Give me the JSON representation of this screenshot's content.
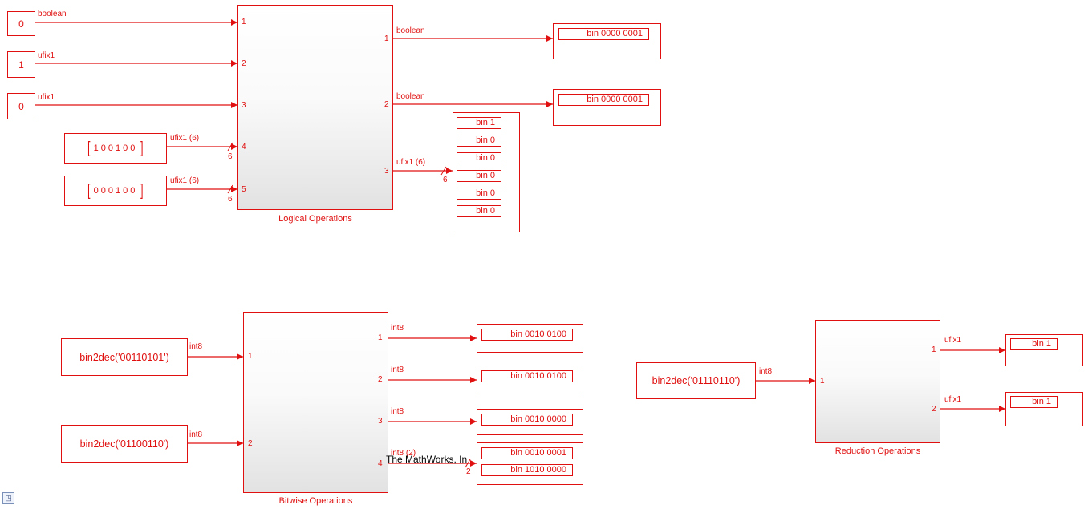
{
  "colors": {
    "line": "#e01010",
    "background": "#ffffff"
  },
  "top": {
    "constants": [
      "0",
      "1",
      "0"
    ],
    "const_signals": [
      "boolean",
      "ufix1",
      "ufix1"
    ],
    "vector1": [
      "1",
      "0",
      "0",
      "1",
      "0",
      "0"
    ],
    "vector2": [
      "0",
      "0",
      "0",
      "1",
      "0",
      "0"
    ],
    "vector_signals": [
      "ufix1 (6)",
      "ufix1 (6)"
    ],
    "vector_width": "6",
    "subsystem": {
      "caption": "Logical Operations",
      "in_ports": [
        "1",
        "2",
        "3",
        "4",
        "5"
      ],
      "out_ports": [
        "1",
        "2",
        "3"
      ]
    },
    "out_signals": [
      "boolean",
      "boolean",
      "ufix1 (6)"
    ],
    "out_width": "6",
    "display1": "bin 0000 0001",
    "display2": "bin 0000 0001",
    "display3": [
      "bin 1",
      "bin 0",
      "bin 0",
      "bin 0",
      "bin 0",
      "bin 0"
    ]
  },
  "bitwise": {
    "inputs": [
      "bin2dec('00110101')",
      "bin2dec('01100110')"
    ],
    "in_signals": [
      "int8",
      "int8"
    ],
    "subsystem": {
      "caption": "Bitwise Operations",
      "in_ports": [
        "1",
        "2"
      ],
      "out_ports": [
        "1",
        "2",
        "3",
        "4"
      ]
    },
    "out_signals": [
      "int8",
      "int8",
      "int8",
      "int8 (2)"
    ],
    "out_width": "2",
    "displays": [
      "bin 0010 0100",
      "bin 0010 0100",
      "bin 0010 0000"
    ],
    "display4": [
      "bin 0010 0001",
      "bin 1010 0000"
    ]
  },
  "reduction": {
    "input": "bin2dec('01110110')",
    "in_signal": "int8",
    "subsystem": {
      "caption": "Reduction Operations",
      "in_ports": [
        "1"
      ],
      "out_ports": [
        "1",
        "2"
      ]
    },
    "out_signals": [
      "ufix1",
      "ufix1"
    ],
    "displays": [
      "bin 1",
      "bin 1"
    ]
  },
  "watermark": "The MathWorks, In",
  "corner_icon": "model-browser-icon"
}
